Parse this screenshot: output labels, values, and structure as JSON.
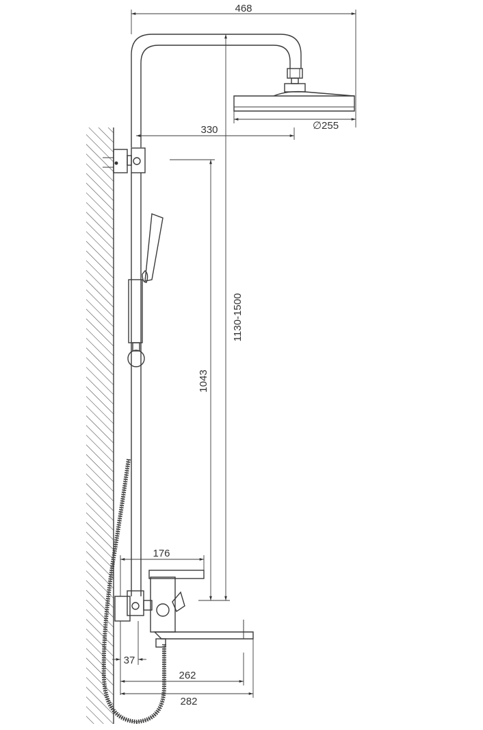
{
  "drawing": {
    "dimensions": {
      "overall_width": "468",
      "arm_projection": "330",
      "head_diameter": "∅255",
      "height_range": "1130-1500",
      "slide_bar_height": "1043",
      "mixer_projection": "176",
      "spout_offset": "37",
      "spout_length": "262",
      "overall_spout": "282"
    }
  }
}
